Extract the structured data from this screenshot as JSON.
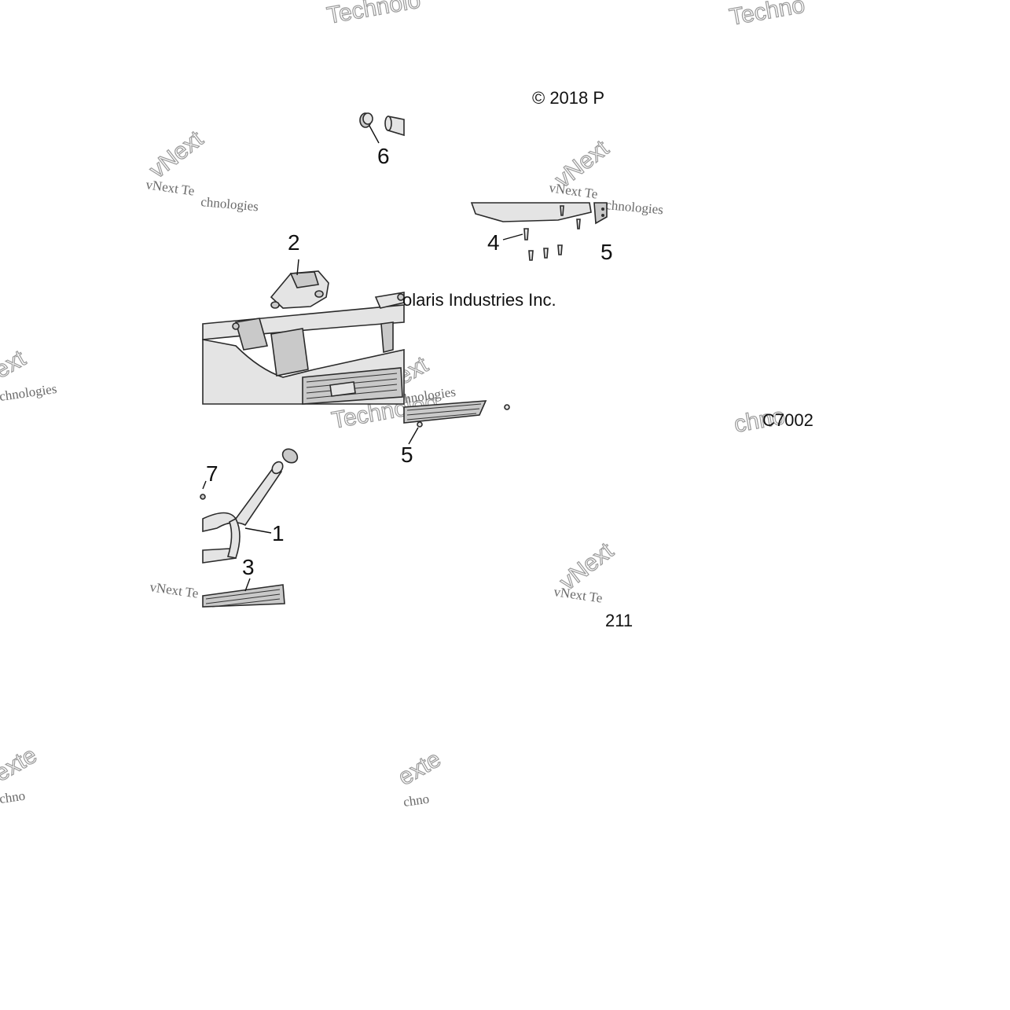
{
  "copyright": {
    "left_fragment": "© 2018 P",
    "right_fragment": "olaris Industries Inc."
  },
  "callouts": [
    "6",
    "2",
    "4",
    "5",
    "7",
    "1",
    "3",
    "5"
  ],
  "diagram_code": "C7002",
  "page_number": "211",
  "watermarks": {
    "company_line": "vNext Technologies",
    "fragment_vnext": "vNext",
    "fragment_tech": "Technologies",
    "fragment_partial": "Technolo",
    "fragment_partial2": "Technolog",
    "fragment_partial3": "chnologies",
    "fragment_partial4": "echnologies",
    "fragment_partial5": "ext",
    "fragment_partial6": "Techno",
    "fragment_partial7": "exte",
    "fragment_partial8": "chno",
    "fragment_partial9": "vNext Te",
    "fragment_partial10": "chnologies"
  }
}
